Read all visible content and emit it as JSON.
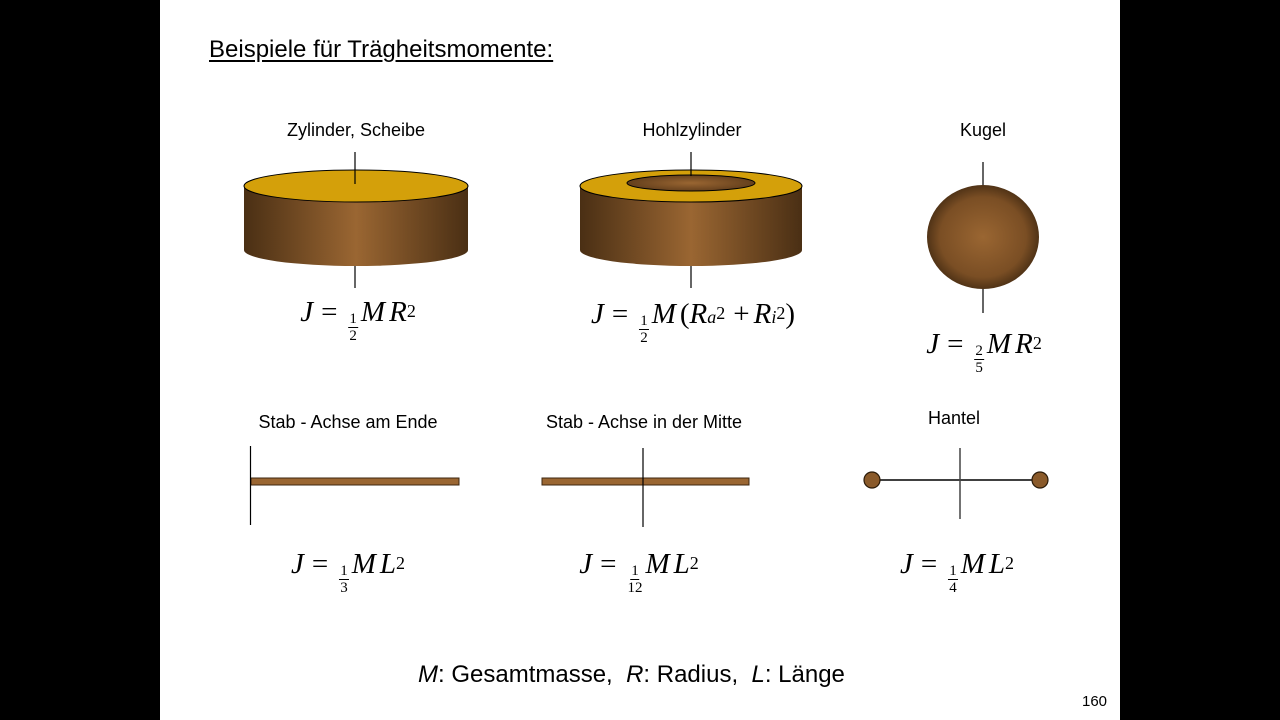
{
  "slide": {
    "title": "Beispiele für Trägheitsmomente:",
    "page_number": "160"
  },
  "examples": [
    {
      "label": "Zylinder, Scheibe",
      "shape": "solid-cylinder",
      "formula": {
        "lhs": "J",
        "eq": "=",
        "frac_num": "1",
        "frac_den": "2",
        "mass": "M",
        "var": "R",
        "exp": "2"
      }
    },
    {
      "label": "Hohlzylinder",
      "shape": "hollow-cylinder",
      "formula": {
        "lhs": "J",
        "eq": "=",
        "frac_num": "1",
        "frac_den": "2",
        "mass": "M",
        "open": "(",
        "var1": "R",
        "sub1": "a",
        "exp1": "2",
        "plus": "+",
        "var2": "R",
        "sub2": "i",
        "exp2": "2",
        "close": ")"
      }
    },
    {
      "label": "Kugel",
      "shape": "sphere",
      "formula": {
        "lhs": "J",
        "eq": "=",
        "frac_num": "2",
        "frac_den": "5",
        "mass": "M",
        "var": "R",
        "exp": "2"
      }
    },
    {
      "label": "Stab - Achse am Ende",
      "shape": "rod-axis-end",
      "formula": {
        "lhs": "J",
        "eq": "=",
        "frac_num": "1",
        "frac_den": "3",
        "mass": "M",
        "var": "L",
        "exp": "2"
      }
    },
    {
      "label": "Stab - Achse in der Mitte",
      "shape": "rod-axis-center",
      "formula": {
        "lhs": "J",
        "eq": "=",
        "frac_num": "1",
        "frac_den": "12",
        "mass": "M",
        "var": "L",
        "exp": "2"
      }
    },
    {
      "label": "Hantel",
      "shape": "dumbbell",
      "formula": {
        "lhs": "J",
        "eq": "=",
        "frac_num": "1",
        "frac_den": "4",
        "mass": "M",
        "var": "L",
        "exp": "2"
      }
    }
  ],
  "legend": {
    "m_sym": "M",
    "m_text": ": Gesamtmasse,",
    "r_sym": "R",
    "r_text": ": Radius,",
    "l_sym": "L",
    "l_text": ": Länge"
  },
  "colors": {
    "cylinder_top": "#D4A00A",
    "body_dark": "#4A2F14",
    "body_light": "#9A6632",
    "rod": "#9A6632",
    "background": "#FFFFFF",
    "frame": "#000000"
  }
}
